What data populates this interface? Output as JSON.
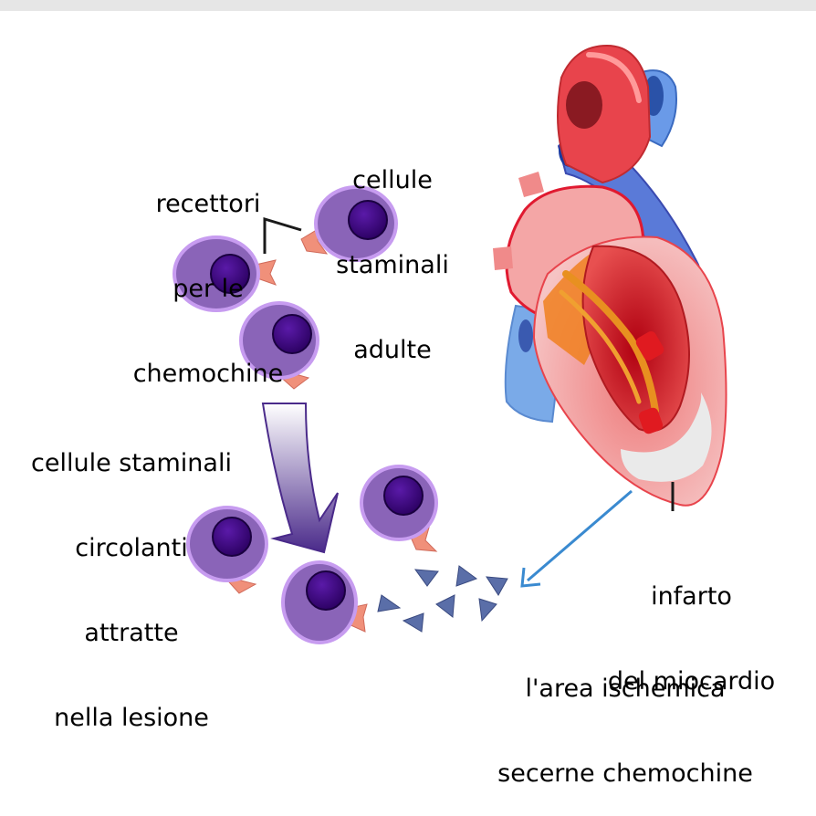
{
  "labels": {
    "receptors": [
      "recettori",
      "per le",
      "chemochine"
    ],
    "adult_cells": [
      "cellule",
      "staminali",
      "adulte"
    ],
    "circulating": [
      "cellule staminali",
      "circolanti",
      "attratte",
      "nella lesione"
    ],
    "infarct": [
      "infarto",
      "del miocardio"
    ],
    "ischemic": [
      "l'area ischemica",
      "secerne chemochine"
    ]
  },
  "colors": {
    "cell_body": "#8a64b8",
    "cell_halo": "#c79cf0",
    "nucleus": "#3a0a7a",
    "receptor": "#f0907a",
    "chemokine": "#5a6ea8",
    "arrow": "#3a8ad0",
    "heart_red": "#e8444c",
    "heart_pink": "#f4a6a6",
    "vessel_blue": "#5a7ad8"
  }
}
